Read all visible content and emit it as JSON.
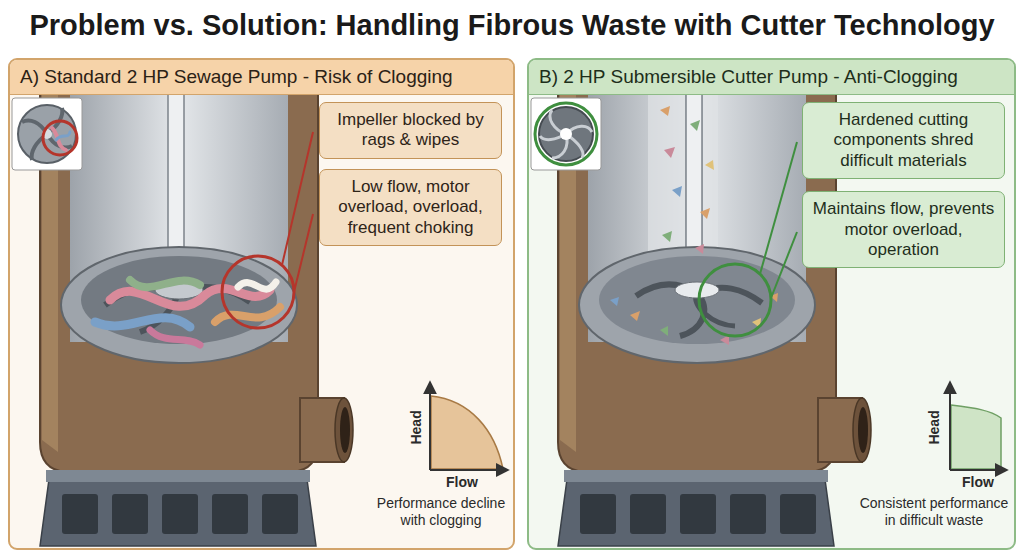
{
  "diagram": {
    "title": "Problem vs. Solution: Handling Fibrous Waste with Cutter Technology",
    "nodes": [
      {
        "text": [
          "A) Standard 2 HP Sewage Pump - Risk of Clogging"
        ]
      },
      {
        "text": [
          "Impeller blocked by rags & wipes"
        ],
        "in": 0
      },
      {
        "text": [
          "Low flow, motor overload, overload, frequent choking"
        ],
        "in": 0
      },
      {
        "text": [
          "B) 2 HP Submersible Cutter Pump - Anti-Clogging"
        ]
      },
      {
        "text": [
          "Hardened cutting components shred difficult materials"
        ],
        "in": 3
      },
      {
        "text": [
          "Maintains flow, prevents motor overload, operation"
        ],
        "in": 3
      }
    ],
    "labels": [
      "Head",
      "Flow",
      "Performance decline with clogging",
      "Head",
      "Flow",
      "Consistent performance in difficult waste"
    ]
  }
}
